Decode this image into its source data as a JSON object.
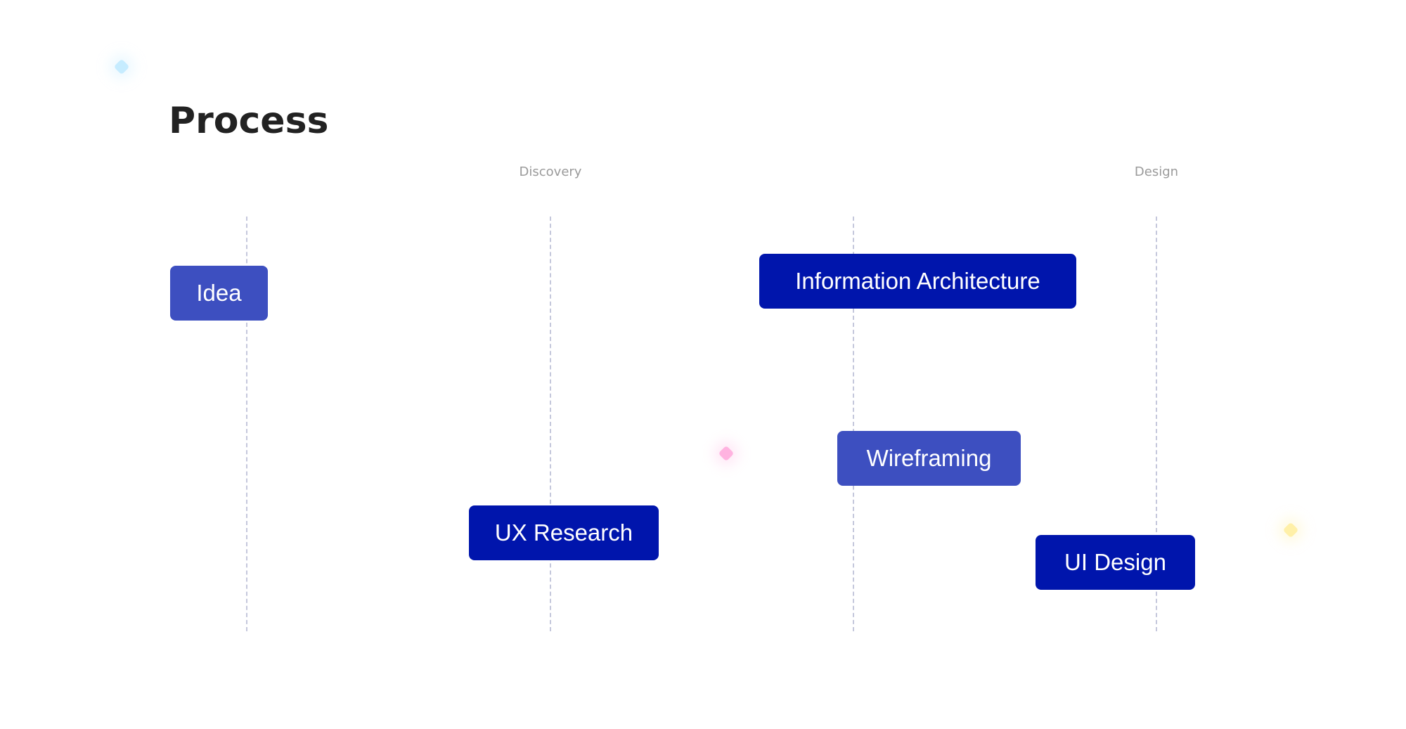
{
  "title": "Process",
  "phases": [
    "Discovery",
    "Design"
  ],
  "steps": [
    {
      "label": "Idea",
      "style": "light"
    },
    {
      "label": "Information Architecture",
      "style": "dark"
    },
    {
      "label": "Wireframing",
      "style": "light"
    },
    {
      "label": "UX Research",
      "style": "dark"
    },
    {
      "label": "UI Design",
      "style": "dark"
    }
  ],
  "colors": {
    "step_light": "#3d4fc0",
    "step_dark": "#0015ac",
    "diamond_blue": "#c6ecff",
    "diamond_pink": "#ffb3e0",
    "diamond_yellow": "#fff0a8"
  }
}
